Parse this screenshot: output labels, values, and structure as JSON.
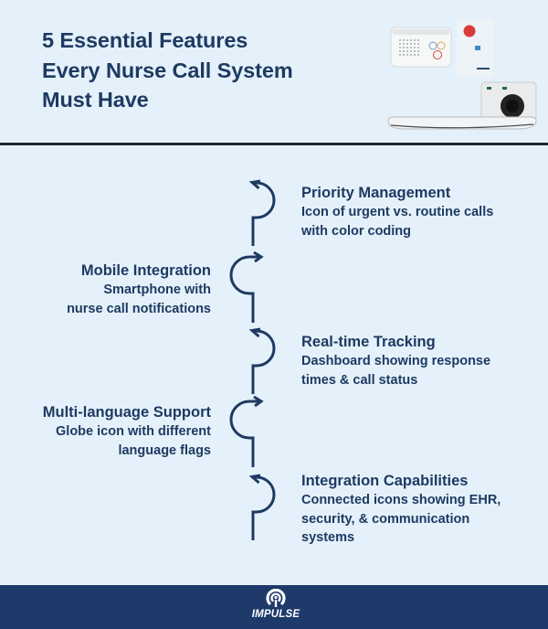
{
  "header": {
    "title_lines": [
      "5 Essential Features",
      "Every Nurse Call System",
      "Must Have"
    ],
    "image": "nurse-call-devices-product-photo"
  },
  "features": [
    {
      "title": "Priority Management",
      "description_lines": [
        "Icon of urgent vs. routine calls",
        "with color coding"
      ],
      "side": "right"
    },
    {
      "title": "Mobile Integration",
      "description_lines": [
        "Smartphone with",
        "nurse call notifications"
      ],
      "side": "left"
    },
    {
      "title": "Real-time Tracking",
      "description_lines": [
        "Dashboard showing response",
        "times & call status"
      ],
      "side": "right"
    },
    {
      "title": "Multi-language Support",
      "description_lines": [
        "Globe icon with different",
        "language flags"
      ],
      "side": "left"
    },
    {
      "title": "Integration Capabilities",
      "description_lines": [
        "Connected icons showing EHR,",
        "security, & communication",
        "systems"
      ],
      "side": "right"
    }
  ],
  "footer": {
    "brand": "IMPULSE",
    "logo_icon": "signal-broadcast-icon"
  },
  "colors": {
    "background": "#e5f1fa",
    "text_navy": "#1e3a62",
    "divider": "#1b2434",
    "footer": "#1e3a6b"
  }
}
